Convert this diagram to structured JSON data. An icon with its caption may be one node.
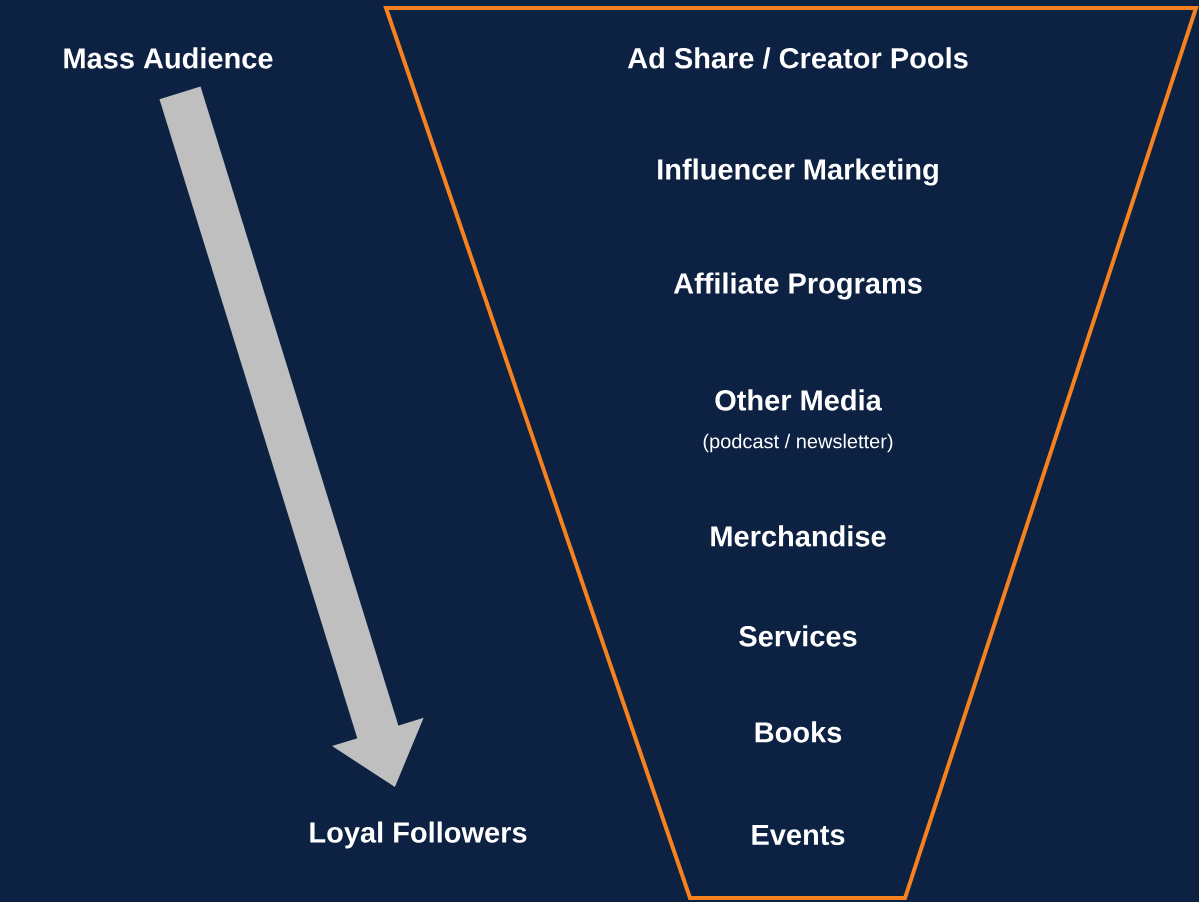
{
  "diagram": {
    "nodes": [
      {
        "text": [
          "Mass Audience"
        ]
      },
      {
        "text": [
          "Loyal Followers"
        ]
      },
      {
        "text": [
          "Ad Share / Creator Pools",
          "Influencer Marketing",
          "Affiliate Programs",
          "Other Media",
          "(podcast / newsletter)",
          "Merchandise",
          "Services",
          "Books",
          "Events"
        ]
      }
    ],
    "edges": [
      {
        "from": 0,
        "to": 1,
        "arrow": "to",
        "color": "#bfbfbf"
      }
    ]
  }
}
